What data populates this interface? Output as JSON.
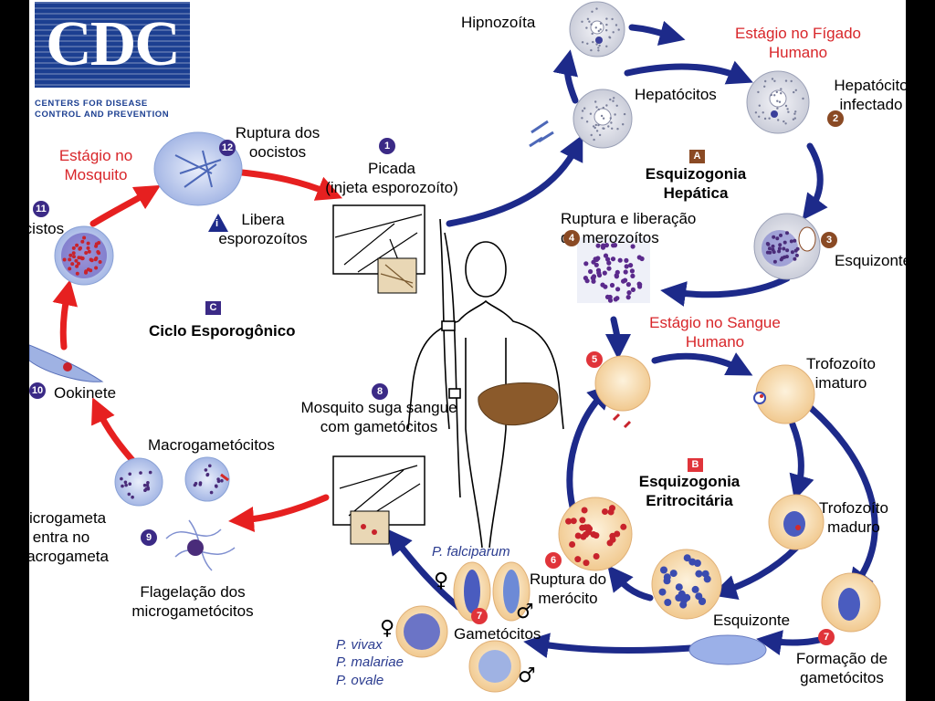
{
  "logo": {
    "text": "CDC",
    "line1": "CENTERS FOR DISEASE",
    "line2": "CONTROL AND PREVENTION"
  },
  "labels": {
    "hipnozoita": "Hipnozoíta",
    "estagio_figado": "Estágio no Fígado\nHumano",
    "hepatocitos": "Hepatócitos",
    "hepatocito_infectado": "Hepatócito\ninfectado",
    "ruptura_oocistos": "Ruptura dos\noocistos",
    "picada": "Picada\n(injeta esporozoíto)",
    "estagio_mosquito": "Estágio no\nMosquito",
    "esquizogonia_hepatica": "Esquizogonia\nHepática",
    "oocistos": "Oocistos",
    "libera_esporozoitos": "Libera\nesporozoítos",
    "ruptura_merozoitos": "Ruptura e liberação\nde merozoítos",
    "esquizonte_hep": "Esquizonte",
    "ciclo_esporogonico": "Ciclo Esporogônico",
    "estagio_sangue": "Estágio no Sangue\nHumano",
    "trofozoito_imaturo": "Trofozoíto\nimaturo",
    "ookinete": "Ookinete",
    "mosquito_suga": "Mosquito suga sangue\ncom gametócitos",
    "macrogametocitos": "Macrogametócitos",
    "esquizogonia_eritrocitaria": "Esquizogonia\nEritrocitária",
    "microgameta": "Microgameta\nentra no\nmacrogameta",
    "trofozoito_maduro": "Trofozoíto\nmaduro",
    "p_falciparum": "P. falciparum",
    "ruptura_merocito": "Ruptura do\nmerócito",
    "flagelacao": "Flagelação dos\nmicrogametócitos",
    "esquizonte_sangue": "Esquizonte",
    "gametocitos": "Gametócitos",
    "formacao_gametocitos": "Formação de\ngametócitos",
    "p_vivax": "P. vivax",
    "p_malariae": "P. malariae",
    "p_ovale": "P. ovale"
  },
  "badges": {
    "b1": "1",
    "b2": "2",
    "b3": "3",
    "b4": "4",
    "b5": "5",
    "b6": "6",
    "b7a": "7",
    "b7b": "7",
    "b8": "8",
    "b9": "9",
    "b10": "10",
    "b11": "11",
    "b12": "12",
    "stage_a": "A",
    "stage_b": "B",
    "stage_c": "C",
    "stage_i": "i"
  },
  "symbols": {
    "female1": "♀",
    "male1": "♂",
    "female2": "♀",
    "male2": "♂"
  },
  "colors": {
    "arrow_blue": "#1d2a8a",
    "arrow_red": "#e62020",
    "label_red": "#d8262a",
    "badge_brown": "#8a4a24",
    "badge_purple": "#3b2a86",
    "badge_red": "#e0343a"
  }
}
